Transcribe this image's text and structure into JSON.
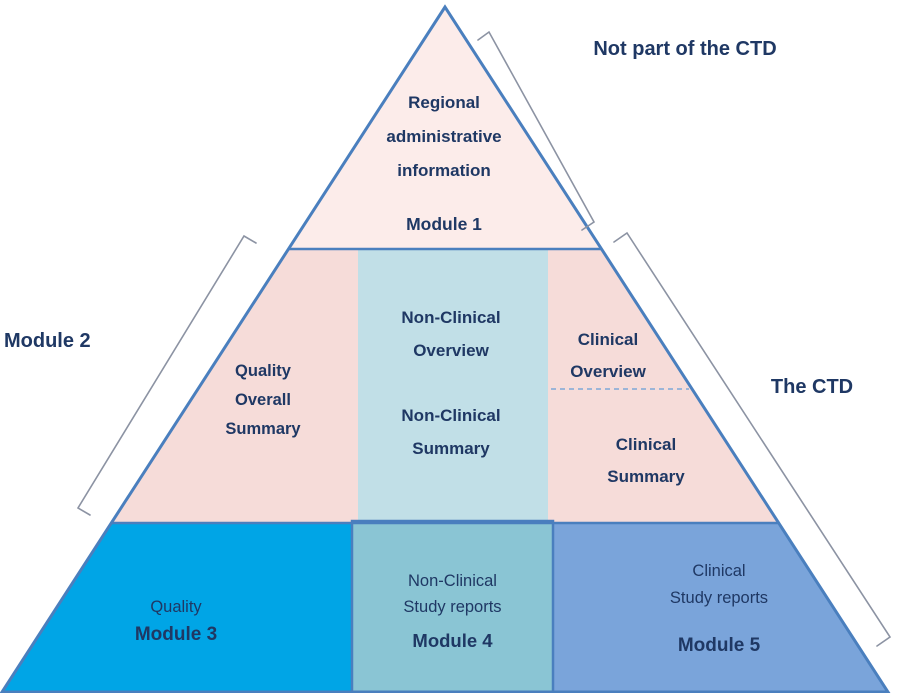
{
  "outside_labels": {
    "not_part_of_ctd": "Not part of the CTD",
    "module2": "Module 2",
    "the_ctd": "The CTD"
  },
  "module1": {
    "line1": "Regional",
    "line2": "administrative",
    "line3": "information",
    "label": "Module 1"
  },
  "module2_sections": {
    "quality": {
      "line1": "Quality",
      "line2": "Overall",
      "line3": "Summary"
    },
    "non_clinical": {
      "overview_line1": "Non-Clinical",
      "overview_line2": "Overview",
      "summary_line1": "Non-Clinical",
      "summary_line2": "Summary"
    },
    "clinical": {
      "overview_line1": "Clinical",
      "overview_line2": "Overview",
      "summary_line1": "Clinical",
      "summary_line2": "Summary"
    }
  },
  "module3": {
    "line1": "Quality",
    "label": "Module 3"
  },
  "module4": {
    "line1": "Non-Clinical",
    "line2": "Study reports",
    "label": "Module 4"
  },
  "module5": {
    "line1": "Clinical",
    "line2": "Study reports",
    "label": "Module 5"
  },
  "colors": {
    "outline": "#4a7fbe",
    "module1_fill": "#fcecea",
    "module2_side_fill": "#f6dcd9",
    "module2_center_fill": "#c1dfe7",
    "module3_fill": "#00a5e6",
    "module4_fill": "#8ac5d4",
    "module5_fill": "#7aa4da",
    "text": "#1f3864",
    "bracket": "#8c93a3",
    "dashed_divider": "#7fa8d8"
  }
}
